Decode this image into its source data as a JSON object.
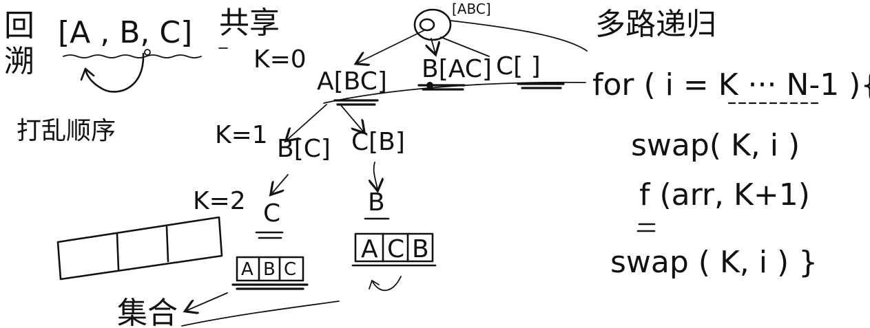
{
  "left_notes": {
    "backtrack_top": "回",
    "backtrack_bottom": "溯",
    "shared_list": "[A , B, C]",
    "shared_label": "共享",
    "shuffle_label": "打乱顺序"
  },
  "tree": {
    "root_label": "[ABC]",
    "k0": "K=0",
    "k1": "K=1",
    "k2": "K=2",
    "level1": [
      {
        "text": "A[BC]"
      },
      {
        "text": "B[AC]"
      },
      {
        "text": "C[ ]"
      }
    ],
    "level2": [
      {
        "text": "B[C]"
      },
      {
        "text": "C[B]"
      }
    ],
    "level3": [
      {
        "text": "C"
      },
      {
        "text": "B"
      }
    ],
    "result_left_cells": [
      "A",
      "B",
      "C"
    ],
    "result_right_cells": [
      "A",
      "C",
      "B"
    ],
    "collection_label": "集合"
  },
  "code": {
    "title": "多路递归",
    "line1": "for ( i = K ··· N-1 ){",
    "line2": "swap( K, i )",
    "line3": "f (arr, K+1)",
    "line4": "swap ( K, i ) }"
  }
}
